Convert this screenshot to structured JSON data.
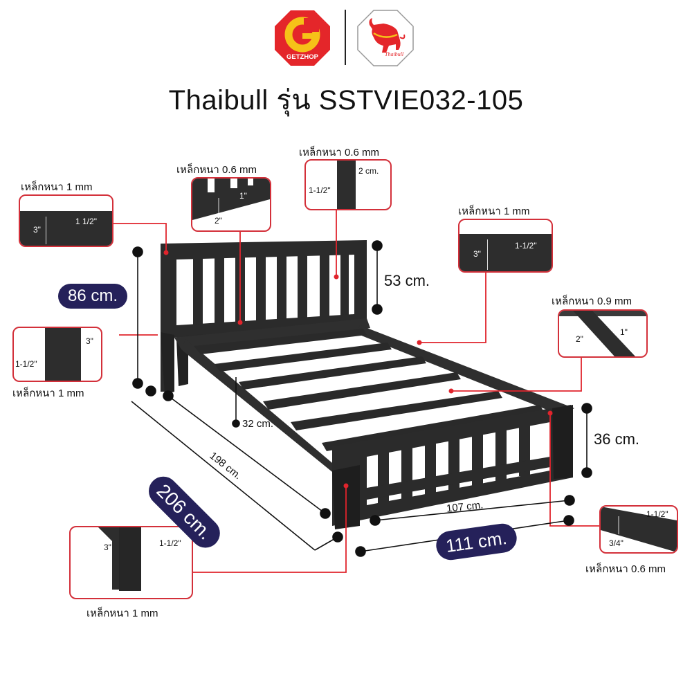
{
  "header": {
    "logos": [
      {
        "name": "getzhop-logo",
        "letter": "G",
        "text": "GETZHOP",
        "color": "#e4262a",
        "accent": "#f6c218"
      },
      {
        "name": "thaibull-logo",
        "text": "Thaibull",
        "color": "#e4262a"
      }
    ],
    "title": "Thaibull รุ่น SSTVIE032-105"
  },
  "colors": {
    "frame": "#2a2a2a",
    "callout_border": "#d3303a",
    "leader_line": "#e0242c",
    "pill_bg": "#25215a",
    "pill_text": "#ffffff"
  },
  "callouts": [
    {
      "id": "headboard-top-frame",
      "thickness": "เหล็กหนา 1 mm",
      "dims": [
        "3\"",
        "1 1/2\""
      ]
    },
    {
      "id": "headboard-bottom-rail",
      "thickness": "เหล็กหนา 0.6 mm",
      "dims": [
        "1\"",
        "2\""
      ]
    },
    {
      "id": "headboard-slat",
      "thickness": "เหล็กหนา 0.6 mm",
      "dims": [
        "2 cm.",
        "1-1/2\""
      ]
    },
    {
      "id": "side-rail",
      "thickness": "เหล็กหนา 1 mm",
      "dims": [
        "3\"",
        "1-1/2\""
      ]
    },
    {
      "id": "headboard-post",
      "thickness": "เหล็กหนา 1 mm",
      "dims": [
        "3\"",
        "1-1/2\""
      ]
    },
    {
      "id": "cross-slat",
      "thickness": "เหล็กหนา 0.9 mm",
      "dims": [
        "2\"",
        "1\""
      ]
    },
    {
      "id": "footboard-rail",
      "thickness": "เหล็กหนา 0.6 mm",
      "dims": [
        "1-1/2\"",
        "3/4\""
      ]
    },
    {
      "id": "leg",
      "thickness": "เหล็กหนา 1 mm",
      "dims": [
        "3\"",
        "1-1/2\""
      ]
    }
  ],
  "dimensions": {
    "total_height": "86 cm.",
    "headboard_height": "53 cm.",
    "footboard_height": "36 cm.",
    "under_clearance": "32 cm.",
    "inner_length": "198 cm.",
    "total_length": "206 cm.",
    "inner_width": "107 cm.",
    "total_width": "111 cm."
  }
}
